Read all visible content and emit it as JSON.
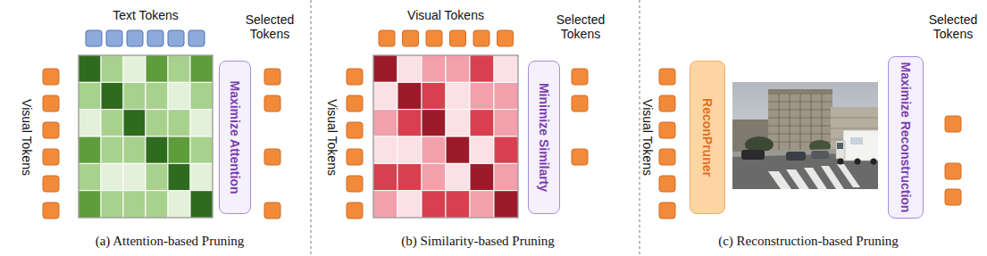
{
  "diagram": {
    "nodes": [
      {
        "text": [
          "Maximize Attention"
        ]
      },
      {
        "text": [
          "Minimize Similarty"
        ]
      },
      {
        "text": [
          "ReconPruner"
        ]
      },
      {
        "text": [
          "Maximize Reconstruction"
        ]
      }
    ],
    "labels": [
      "Text Tokens",
      "Selected Tokens",
      "Visual Tokens",
      "(a) Attention-based Pruning",
      "Visual Tokens",
      "Selected Tokens",
      "Visual Tokens",
      "(b) Similarity-based Pruning",
      "Selected Tokens",
      "Visual Tokens",
      "(c) Reconstruction-based Pruning"
    ]
  }
}
